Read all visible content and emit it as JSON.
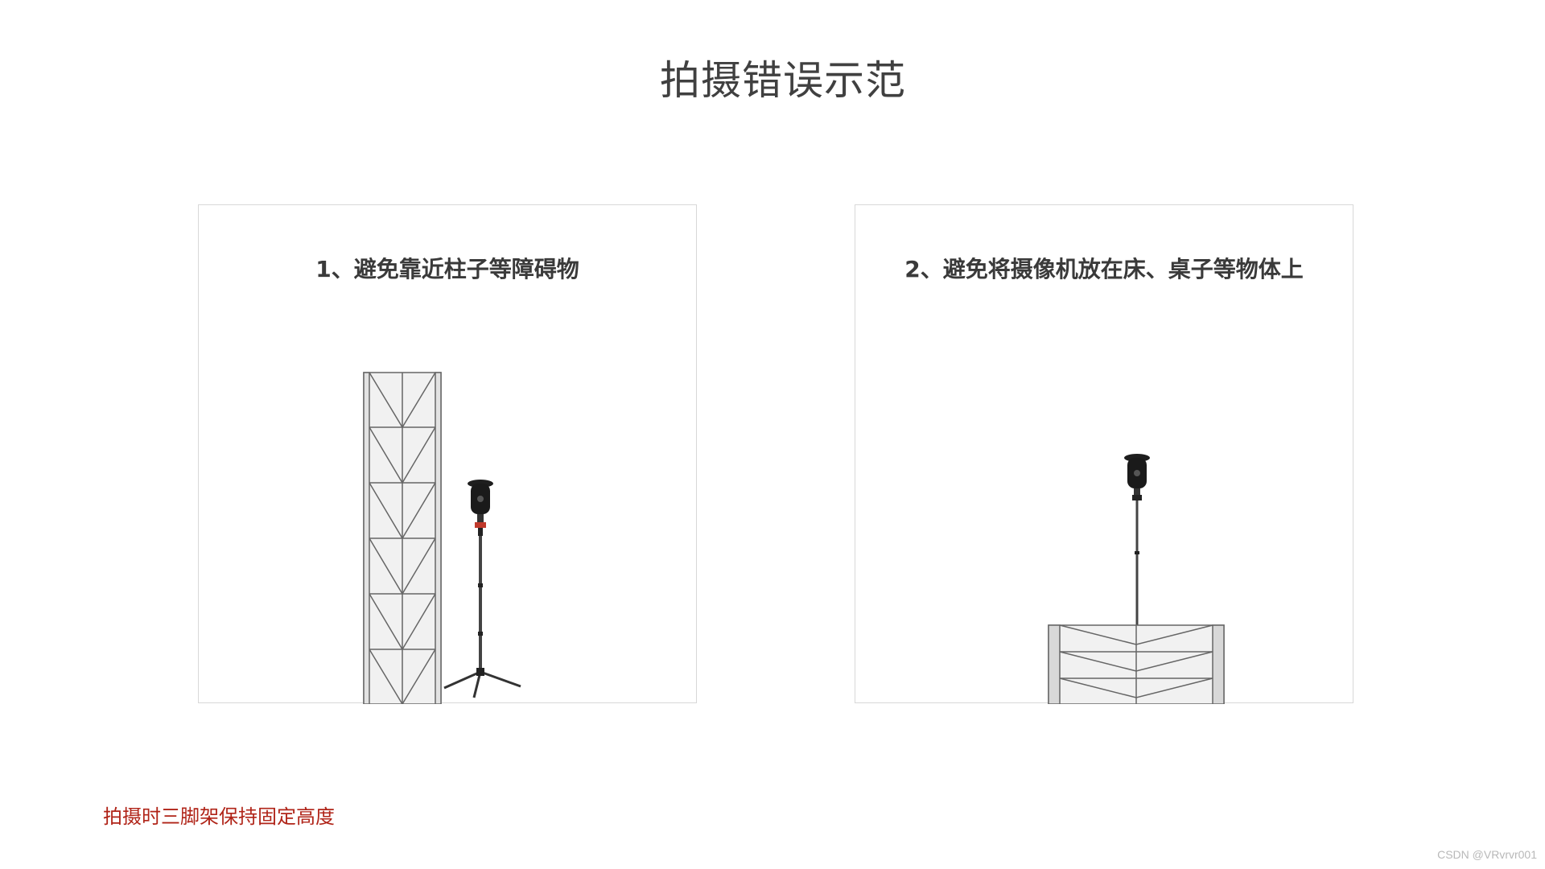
{
  "title": "拍摄错误示范",
  "panels": [
    {
      "caption": "1、避免靠近柱子等障碍物"
    },
    {
      "caption": "2、避免将摄像机放在床、桌子等物体上"
    }
  ],
  "note": "拍摄时三脚架保持固定高度",
  "watermark": "CSDN @VRvrvr001",
  "colors": {
    "title": "#404040",
    "caption": "#3a3a3a",
    "note": "#b02418"
  }
}
